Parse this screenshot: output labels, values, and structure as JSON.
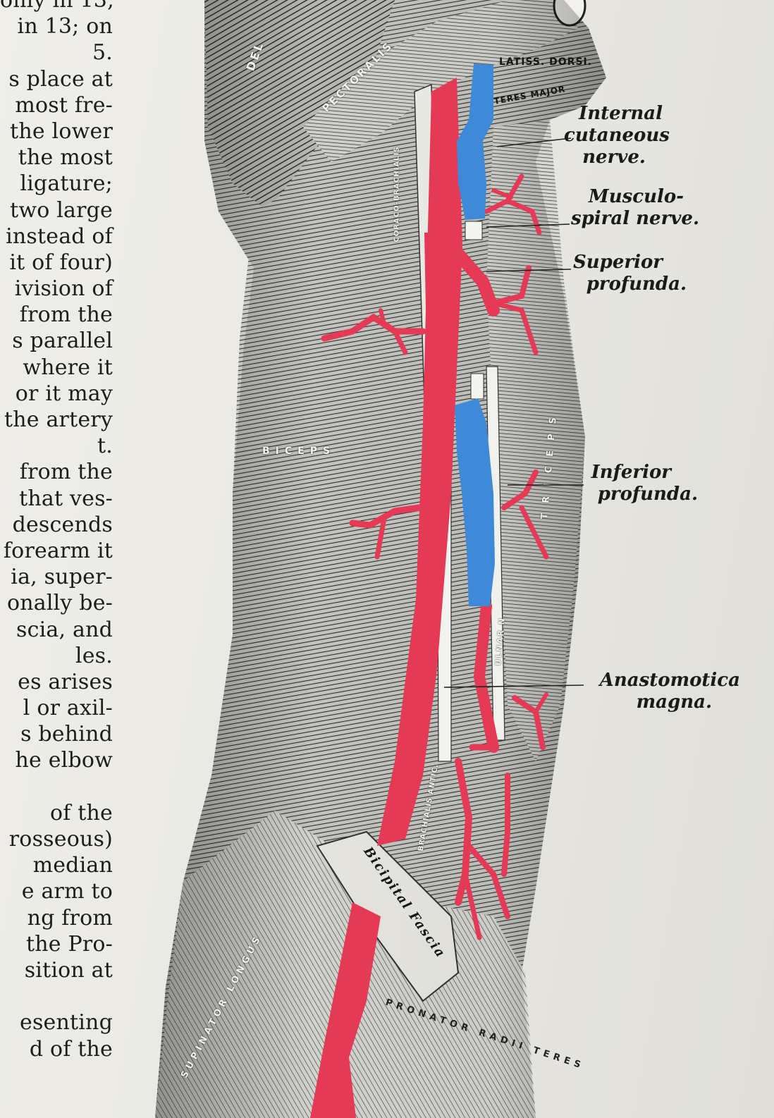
{
  "left_text_lines": [
    "only in 13,",
    "in 13; on",
    "5.",
    "s place at",
    "most fre-",
    "the lower",
    "the most",
    "ligature;",
    "two large",
    "instead of",
    "it of four)",
    "ivision of",
    "from the",
    "s parallel",
    "where it",
    "or it may",
    "the artery",
    "t.",
    "from the",
    "that ves-",
    "descends",
    "forearm it",
    "ia, super-",
    "onally be-",
    "scia, and",
    "les.",
    "es arises",
    "l or axil-",
    "s behind",
    "he elbow",
    "",
    "of the",
    "rosseous)",
    "median",
    "e arm to",
    "ng from",
    "the Pro-",
    "sition at",
    "",
    "esenting",
    "d of the"
  ],
  "callouts": {
    "internal_cutaneous": [
      "Internal",
      "cutaneous",
      "nerve."
    ],
    "musculo_spiral": [
      "Musculo-",
      "spiral nerve."
    ],
    "superior_profunda": [
      "Superior",
      "profunda."
    ],
    "inferior_profunda": [
      "Inferior",
      "profunda."
    ],
    "anastomotica_magna": [
      "Anastomotica",
      "magna."
    ]
  },
  "muscle_labels": {
    "deltoid": "DEL",
    "pectoralis": "PECTORALIS",
    "latissimus": "LATISS. DORSI.",
    "teres_major": "TERES MAJOR",
    "coraco_brachialis": "CORACO-BRACHIALIS",
    "biceps_left": "BICEPS",
    "triceps_right": "TRICEPS",
    "ulnar_nerve": "ULNAR N.",
    "brachialis_anticus": "BRACHIALIS ANTIC.",
    "bicipital_fascia": "Bicipital Fascia",
    "supinator_longus": "SUPINATOR LONGUS",
    "pronator_radii_teres": "PRONATOR RADII TERES"
  },
  "colors": {
    "artery": "#e43a55",
    "vein": "#3f8ad8",
    "muscle_dark": "#3a3a3a",
    "muscle_light": "#cfcfcb",
    "paper": "#ecebe6",
    "ink": "#1d1d1d"
  }
}
